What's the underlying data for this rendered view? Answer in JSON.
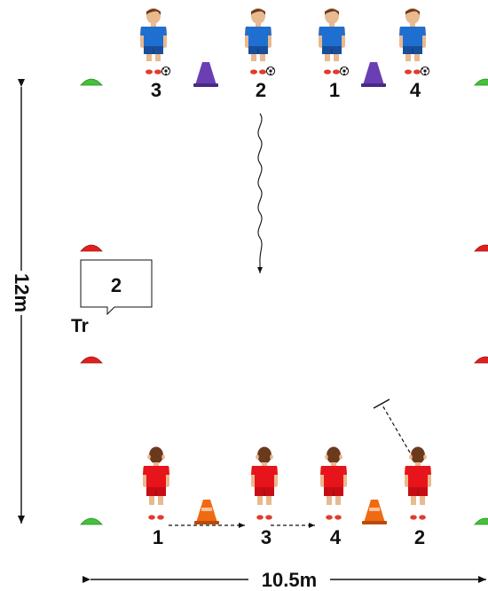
{
  "dimensions": {
    "height_label": "12m",
    "width_label": "10.5m"
  },
  "blue_team": {
    "color": "#1f6fd1",
    "numbers": [
      "3",
      "2",
      "1",
      "4"
    ]
  },
  "red_team": {
    "color": "#e8141b",
    "numbers": [
      "1",
      "3",
      "4",
      "2"
    ]
  },
  "trainer": {
    "label": "Tr",
    "call": "2"
  },
  "colors": {
    "green_cone": "#43c23a",
    "red_cone": "#e02020",
    "purple_cone": "#6a3fb3",
    "orange_cone": "#f06a12"
  }
}
